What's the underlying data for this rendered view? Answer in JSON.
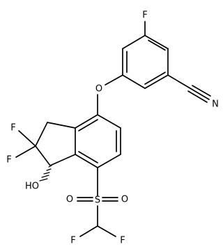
{
  "molecule": {
    "atoms": {
      "F_top": "F",
      "O_ether": "O",
      "N_nitrile": "N",
      "F_gem1": "F",
      "F_gem2": "F",
      "OH": "HO",
      "O_sulfonyl1": "O",
      "S": "S",
      "O_sulfonyl2": "O",
      "F_cf1": "F",
      "F_cf2": "F"
    }
  }
}
